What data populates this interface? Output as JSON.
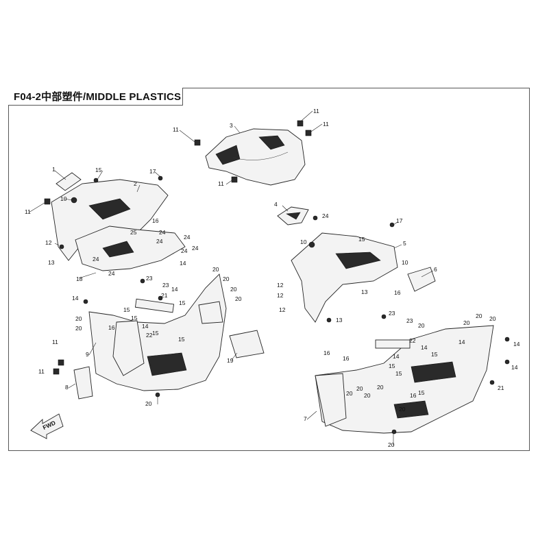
{
  "title": "F04-2中部塑件/MIDDLE PLASTICS",
  "fwd_label": "FWD",
  "callouts": {
    "c1": "1",
    "c2": "2",
    "c3": "3",
    "c4": "4",
    "c5": "5",
    "c6": "6",
    "c7": "7",
    "c8": "8",
    "c9": "9",
    "c10": "10",
    "c11": "11",
    "c12": "12",
    "c13": "13",
    "c14": "14",
    "c15": "15",
    "c16": "16",
    "c17": "17",
    "c18": "18",
    "c19": "19",
    "c20": "20",
    "c21": "21",
    "c22": "22",
    "c23": "23",
    "c24": "24",
    "c25": "25"
  }
}
